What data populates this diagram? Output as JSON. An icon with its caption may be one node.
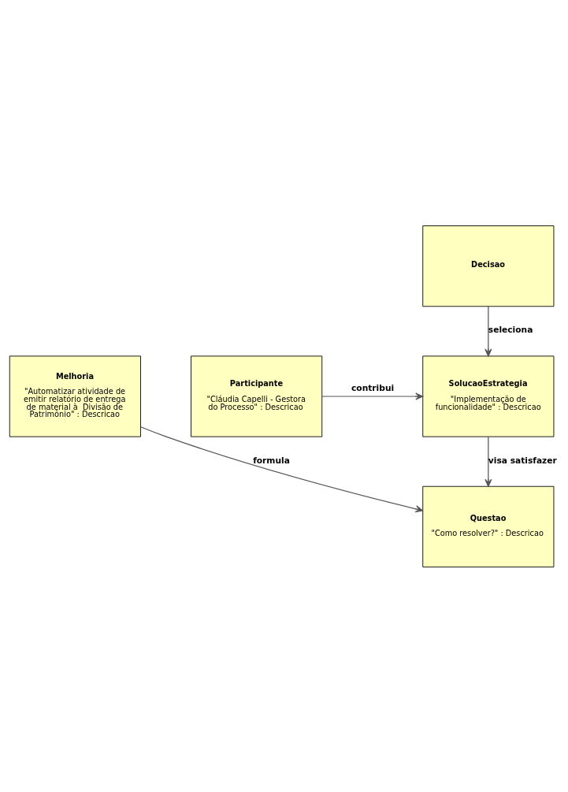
{
  "diagram": {
    "nodes": [
      {
        "text": [
          "Melhoria",
          "\"Automatizar atividade de emitir relatório de entrega de material à  Divisão de Patrimônio\" : Descricao"
        ]
      },
      {
        "text": [
          "Questao",
          "\"Como resolver?\" : Descricao"
        ]
      },
      {
        "text": [
          "SolucaoEstrategia",
          "\"Implementação de funcionalidade\" : Descricao"
        ]
      },
      {
        "text": [
          "Participante",
          "\"Cláudia Capelli - Gestora do Processo\" : Descricao"
        ]
      },
      {
        "text": [
          "Decisao"
        ]
      }
    ],
    "edges": [
      {
        "from": 0,
        "to": 1,
        "arrow": "to",
        "label": "formula"
      },
      {
        "from": 2,
        "to": 1,
        "arrow": "to",
        "label": "visa satisfazer"
      },
      {
        "from": 3,
        "to": 2,
        "arrow": "to",
        "label": "contribui"
      },
      {
        "from": 4,
        "to": 2,
        "arrow": "to",
        "label": "seleciona"
      }
    ]
  }
}
